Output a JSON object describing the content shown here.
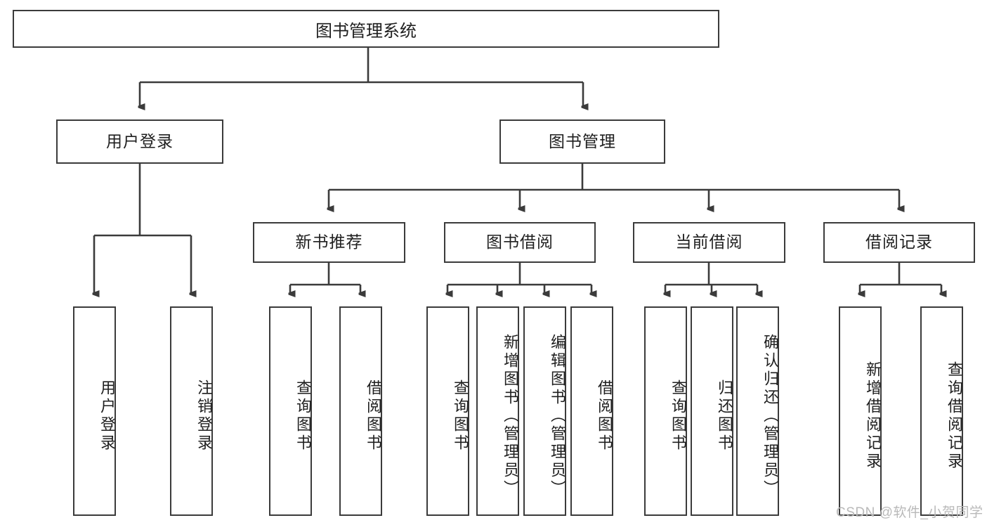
{
  "diagram": {
    "type": "hierarchy-tree",
    "title": "图书管理系统",
    "watermark": "CSDN @软件_小贺同学",
    "colors": {
      "box_border": "#3b3b3b",
      "box_fill": "#ffffff",
      "connector": "#3b3b3b",
      "text": "#1f1f1f",
      "watermark": "#b9b9b9"
    },
    "levels": {
      "level1": [
        {
          "id": "root",
          "label": "图书管理系统",
          "orientation": "horizontal"
        }
      ],
      "level2": [
        {
          "id": "user-login",
          "label": "用户登录",
          "orientation": "horizontal"
        },
        {
          "id": "book-management",
          "label": "图书管理",
          "orientation": "horizontal"
        }
      ],
      "level3": [
        {
          "id": "new-book-recommend",
          "label": "新书推荐",
          "orientation": "horizontal",
          "parent": "book-management"
        },
        {
          "id": "book-borrow",
          "label": "图书借阅",
          "orientation": "horizontal",
          "parent": "book-management"
        },
        {
          "id": "current-borrow",
          "label": "当前借阅",
          "orientation": "horizontal",
          "parent": "book-management"
        },
        {
          "id": "borrow-record",
          "label": "借阅记录",
          "orientation": "horizontal",
          "parent": "book-management"
        }
      ],
      "level4": [
        {
          "id": "leaf-user-login",
          "label": "用户登录",
          "orientation": "vertical",
          "parent": "user-login"
        },
        {
          "id": "leaf-logout",
          "label": "注销登录",
          "orientation": "vertical",
          "parent": "user-login"
        },
        {
          "id": "leaf-query-book-1",
          "label": "查询图书",
          "orientation": "vertical",
          "parent": "new-book-recommend"
        },
        {
          "id": "leaf-borrow-book-1",
          "label": "借阅图书",
          "orientation": "vertical",
          "parent": "new-book-recommend"
        },
        {
          "id": "leaf-query-book-2",
          "label": "查询图书",
          "orientation": "vertical",
          "parent": "book-borrow"
        },
        {
          "id": "leaf-add-book",
          "label": "新增图书（管理员）",
          "orientation": "vertical",
          "parent": "book-borrow"
        },
        {
          "id": "leaf-edit-book",
          "label": "编辑图书（管理员）",
          "orientation": "vertical",
          "parent": "book-borrow"
        },
        {
          "id": "leaf-borrow-book-2",
          "label": "借阅图书",
          "orientation": "vertical",
          "parent": "book-borrow"
        },
        {
          "id": "leaf-query-book-3",
          "label": "查询图书",
          "orientation": "vertical",
          "parent": "current-borrow"
        },
        {
          "id": "leaf-return-book",
          "label": "归还图书",
          "orientation": "vertical",
          "parent": "current-borrow"
        },
        {
          "id": "leaf-confirm-return",
          "label": "确认归还（管理员）",
          "orientation": "vertical",
          "parent": "current-borrow"
        },
        {
          "id": "leaf-add-record",
          "label": "新增借阅记录",
          "orientation": "vertical",
          "parent": "borrow-record"
        },
        {
          "id": "leaf-query-record",
          "label": "查询借阅记录",
          "orientation": "vertical",
          "parent": "borrow-record"
        }
      ]
    }
  }
}
